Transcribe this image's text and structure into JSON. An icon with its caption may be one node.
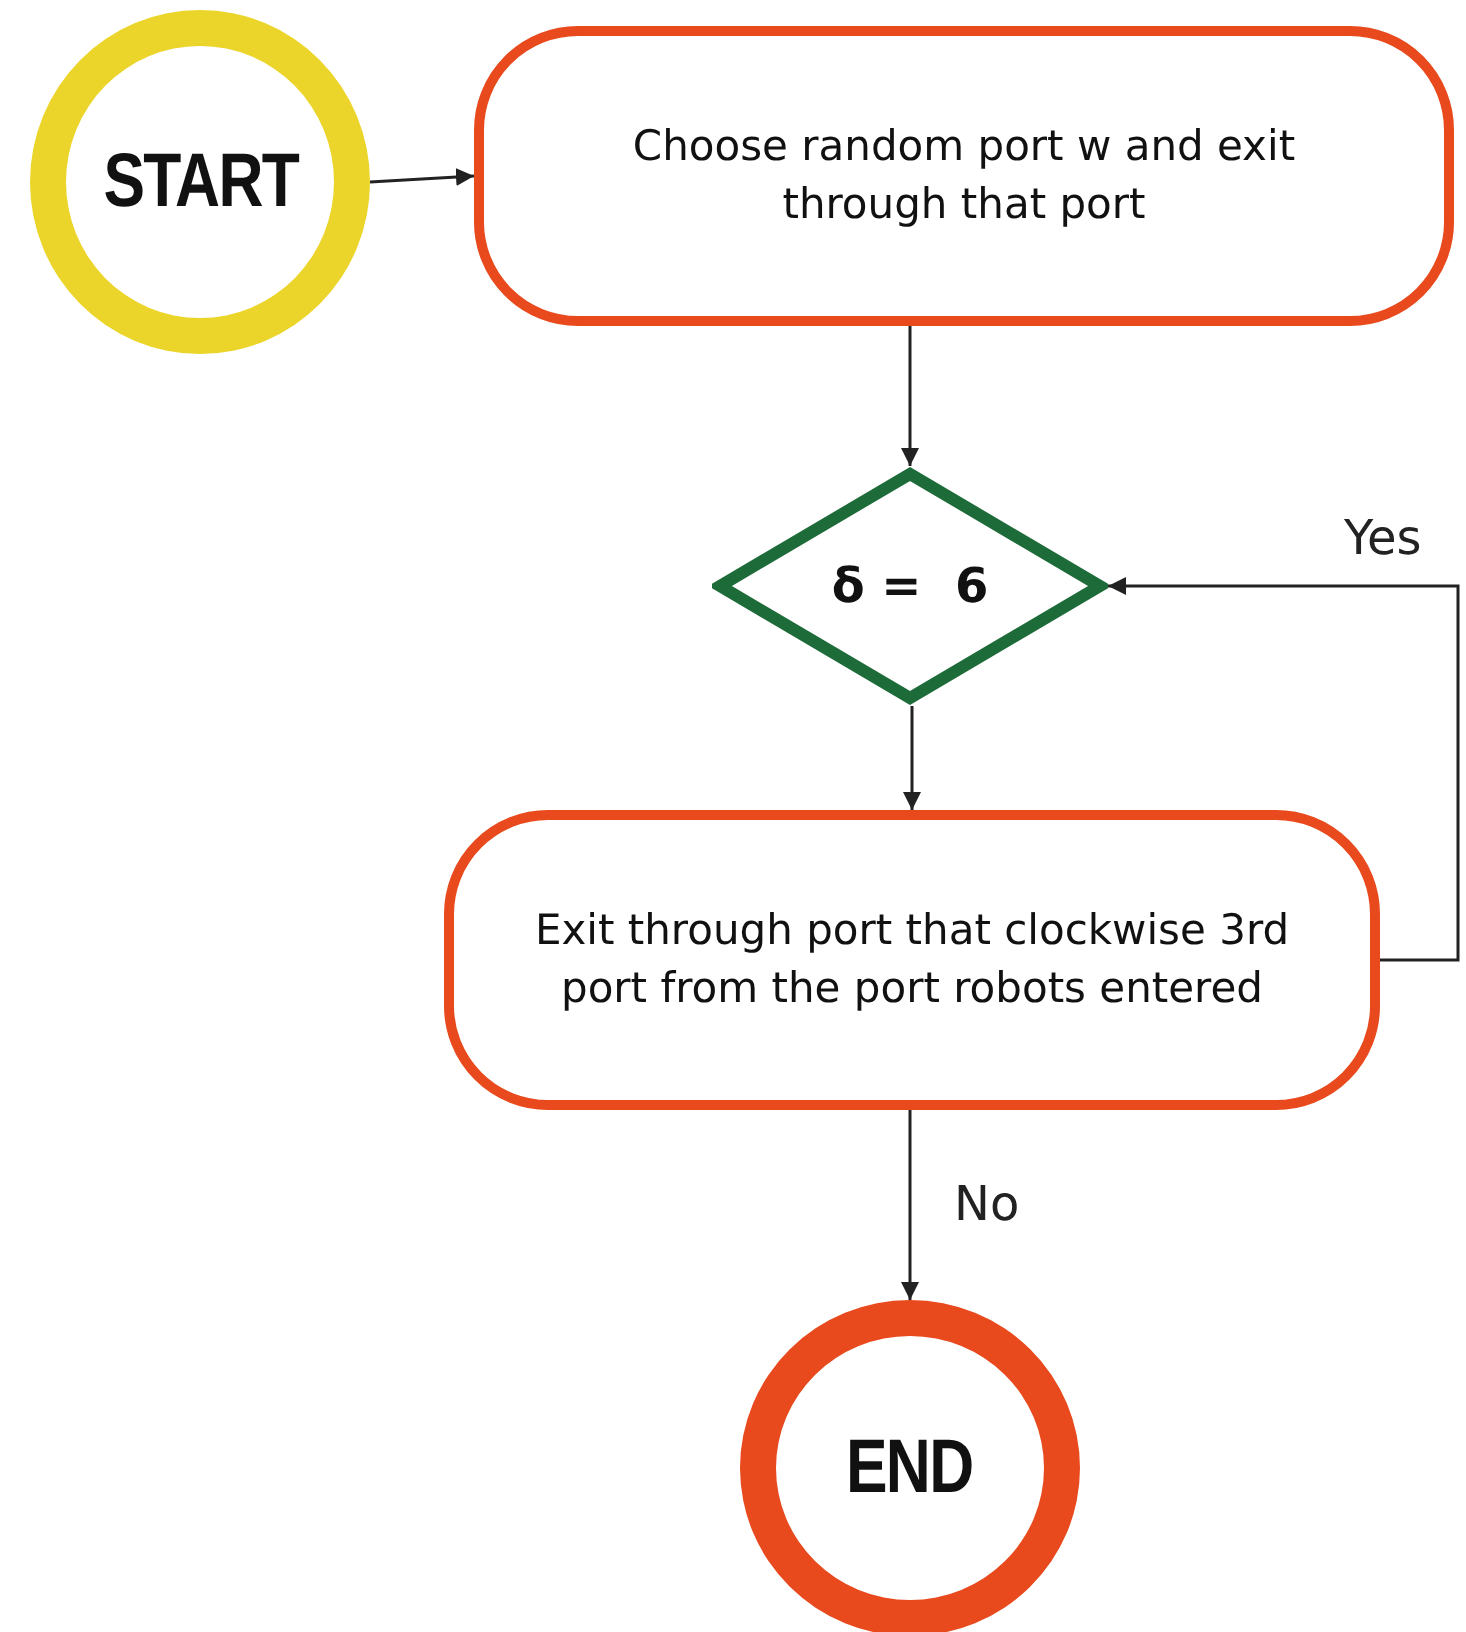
{
  "diagram": {
    "nodes": [
      {
        "text": [
          "START"
        ]
      },
      {
        "text": [
          "Choose random port w and exit through that port"
        ]
      },
      {
        "text": [
          "δ =  6"
        ]
      },
      {
        "text": [
          "Exit through port that clockwise 3rd port from the port robots entered"
        ]
      },
      {
        "text": [
          "END"
        ]
      }
    ],
    "edges": [
      {
        "from": 0,
        "to": 1,
        "arrow": "to"
      },
      {
        "from": 1,
        "to": 2,
        "arrow": "to"
      },
      {
        "from": 2,
        "to": 3,
        "arrow": "to"
      },
      {
        "from": 3,
        "to": 2,
        "arrow": "to",
        "label": "Yes"
      },
      {
        "from": 3,
        "to": 4,
        "arrow": "to",
        "label": "No"
      }
    ]
  }
}
